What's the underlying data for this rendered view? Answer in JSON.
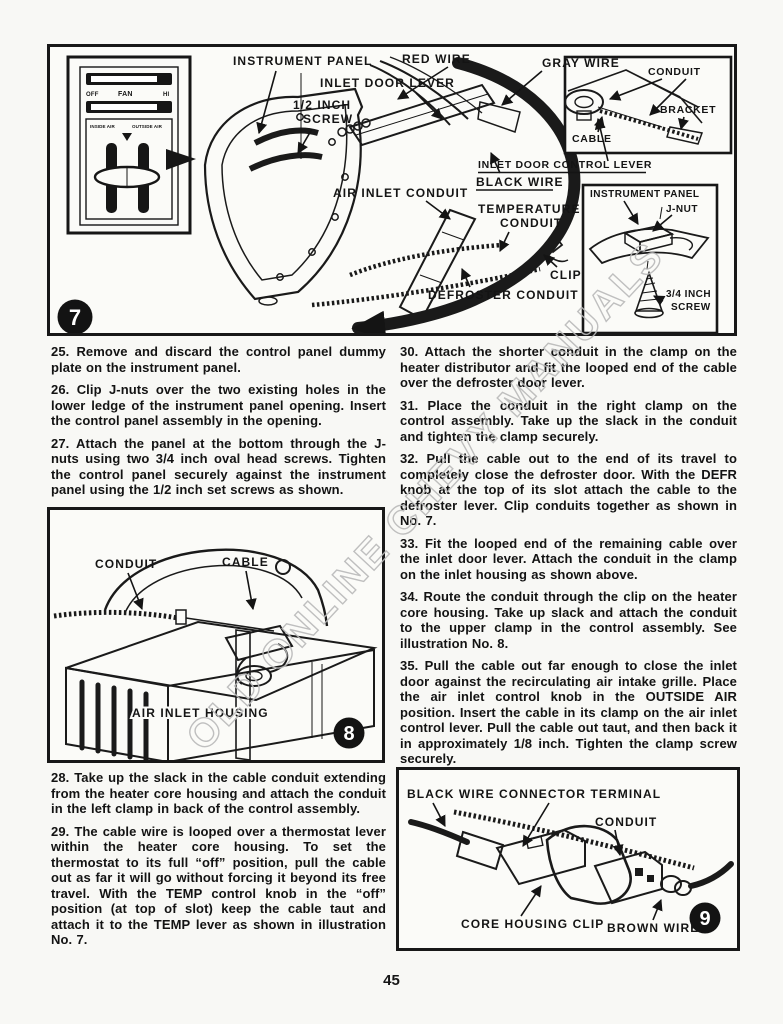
{
  "page": {
    "number": "45",
    "watermark": "OLD ONLINE CHEVY MANUALS"
  },
  "figure7": {
    "badge": "7",
    "labels": {
      "instrument_panel": "INSTRUMENT PANEL",
      "red_wire": "RED WIRE",
      "gray_wire": "GRAY WIRE",
      "inlet_door_lever": "INLET DOOR LEVER",
      "half_inch_screw_1": "1/2 INCH",
      "half_inch_screw_2": "SCREW",
      "air_inlet_conduit": "AIR INLET CONDUIT",
      "inlet_door_control_lever": "INLET DOOR CONTROL LEVER",
      "black_wire": "BLACK WIRE",
      "temperature_conduit_1": "TEMPERATURE",
      "temperature_conduit_2": "CONDUIT",
      "clip": "CLIP",
      "defroster_conduit": "DEFROSTER CONDUIT",
      "inset_conduit": "CONDUIT",
      "inset_bracket": "BRACKET",
      "inset_cable": "CABLE",
      "inset_instrument_panel": "INSTRUMENT PANEL",
      "inset_j_nut": "J-NUT",
      "inset_screw_1": "3/4 INCH",
      "inset_screw_2": "SCREW",
      "panel_fan": "FAN",
      "panel_off": "OFF",
      "panel_hi": "HI",
      "panel_inside_air": "INSIDE AIR",
      "panel_outside_air": "OUTSIDE AIR"
    }
  },
  "instructions_left": [
    {
      "num": "25.",
      "text": "Remove and discard the control panel dummy plate on the instrument panel."
    },
    {
      "num": "26.",
      "text": "Clip J-nuts over the two existing holes in the lower ledge of the instrument panel opening. Insert the control panel assembly in the opening."
    },
    {
      "num": "27.",
      "text": "Attach the panel at the bottom through the J-nuts using two 3/4 inch oval head screws. Tighten the control panel securely against the instrument panel using the 1/2 inch set screws as shown."
    }
  ],
  "instructions_left_lower": [
    {
      "num": "28.",
      "text": "Take up the slack in the cable conduit extending from the heater core housing and attach the conduit in the left clamp in back of the control assembly."
    },
    {
      "num": "29.",
      "text": "The cable wire is looped over a thermostat lever within the heater core housing. To set the thermostat to its full “off” position, pull the cable out as far it will go without forcing it beyond its free travel. With the TEMP control knob in the “off” position (at top of slot) keep the cable taut and attach it to the TEMP lever as shown in illustration No. 7."
    }
  ],
  "instructions_right": [
    {
      "num": "30.",
      "text": "Attach the shorter conduit in the clamp on the heater distributor and fit the looped end of the cable over the defroster door lever."
    },
    {
      "num": "31.",
      "text": "Place the conduit in the right clamp on the control assembly. Take up the slack in the conduit and tighten the clamp securely."
    },
    {
      "num": "32.",
      "text": "Pull the cable out to the end of its travel to completely close the defroster door. With the DEFR knob at the top of its slot attach the cable to the defroster lever. Clip conduits together as shown in No. 7."
    },
    {
      "num": "33.",
      "text": "Fit the looped end of the remaining cable over the inlet door lever. Attach the conduit in the clamp on the inlet housing as shown above."
    },
    {
      "num": "34.",
      "text": "Route the conduit through the clip on the heater core housing. Take up slack and attach the conduit to the upper clamp in the control assembly. See illustration No. 8."
    },
    {
      "num": "35.",
      "text": "Pull the cable out far enough to close the inlet door against the recirculating air intake grille. Place the air inlet control knob in the OUTSIDE AIR position. Insert the cable in its clamp on the air inlet control lever. Pull the cable out taut, and then back it in approximately 1/8 inch. Tighten the clamp screw securely."
    }
  ],
  "figure8": {
    "badge": "8",
    "labels": {
      "conduit": "CONDUIT",
      "cable": "CABLE",
      "air_inlet_housing": "AIR INLET HOUSING"
    }
  },
  "figure9": {
    "badge": "9",
    "labels": {
      "black_wire": "BLACK WIRE",
      "connector_terminal": "CONNECTOR TERMINAL",
      "conduit": "CONDUIT",
      "core_housing_clip": "CORE HOUSING CLIP",
      "brown_wire": "BROWN WIRE"
    }
  }
}
